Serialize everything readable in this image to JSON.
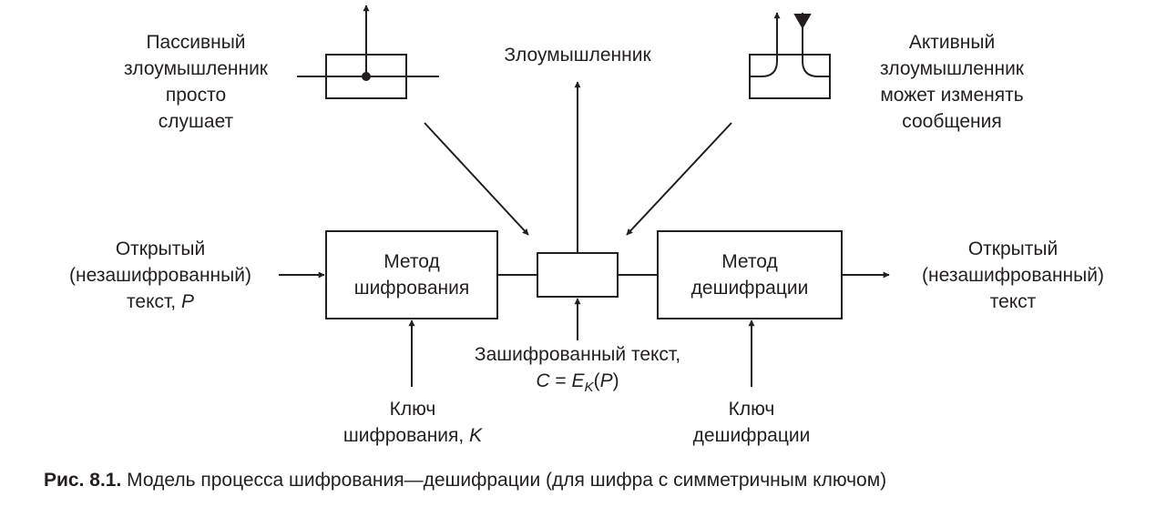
{
  "passive_label": [
    "Пассивный",
    "злоумышленник",
    "просто",
    "слушает"
  ],
  "intruder_label": "Злоумышленник",
  "active_label": [
    "Активный",
    "злоумышленник",
    "может изменять",
    "сообщения"
  ],
  "plaintext_in": {
    "lines": [
      "Открытый",
      "(незашифрованный)",
      "текст, "
    ],
    "var": "P"
  },
  "encryption_box": [
    "Метод",
    "шифрования"
  ],
  "decryption_box": [
    "Метод",
    "дешифрации"
  ],
  "plaintext_out": [
    "Открытый",
    "(незашифрованный)",
    "текст"
  ],
  "ciphertext": {
    "line1": "Зашифрованный текст,",
    "formula_c": "C",
    "formula_eq": " = ",
    "formula_e": "E",
    "formula_sub": "K",
    "formula_open": "(",
    "formula_p": "P",
    "formula_close": ")"
  },
  "enc_key": {
    "line1": "Ключ",
    "line2": "шифрования, ",
    "var": "K"
  },
  "dec_key": [
    "Ключ",
    "дешифрации"
  ],
  "caption": {
    "number": "Рис. 8.1.",
    "text": " Модель процесса шифрования—дешифрации (для шифра с симметричным ключом)"
  }
}
